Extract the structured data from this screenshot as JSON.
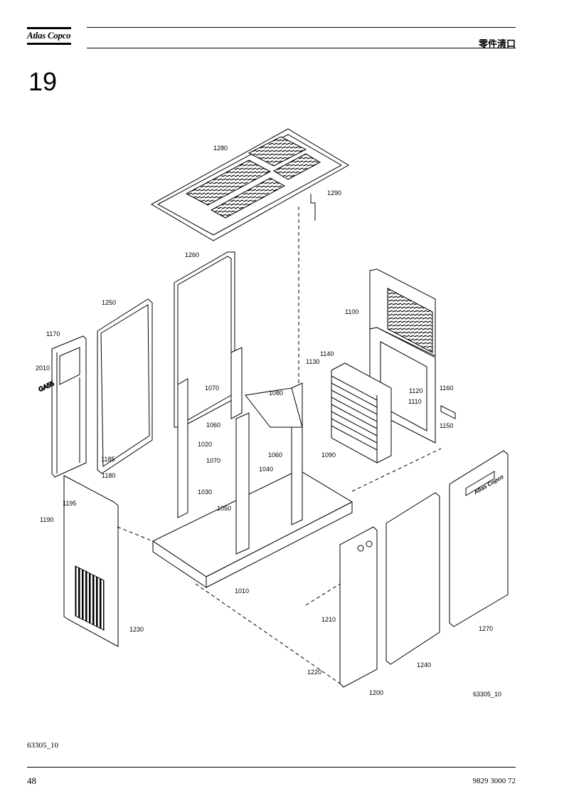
{
  "header": {
    "logo": "Atlas Copco",
    "title": "零件清口"
  },
  "section": {
    "number": "19"
  },
  "diagram": {
    "callouts": [
      "1280",
      "1290",
      "1260",
      "1250",
      "1170",
      "2010",
      "1070",
      "1080",
      "1100",
      "1140",
      "1130",
      "1120",
      "1160",
      "1110",
      "1150",
      "1060",
      "1020",
      "1060",
      "1090",
      "1185",
      "1180",
      "1070",
      "1040",
      "1030",
      "1195",
      "1190",
      "1050",
      "1010",
      "1230",
      "1210",
      "1270",
      "1220",
      "1240",
      "1200"
    ],
    "figure_id": "63305_10",
    "panel_badge": "Atlas Copco",
    "side_text": "GA55"
  },
  "footer": {
    "figure_id": "63305_10",
    "page": "48",
    "doc_number": "9829 3000 72"
  }
}
